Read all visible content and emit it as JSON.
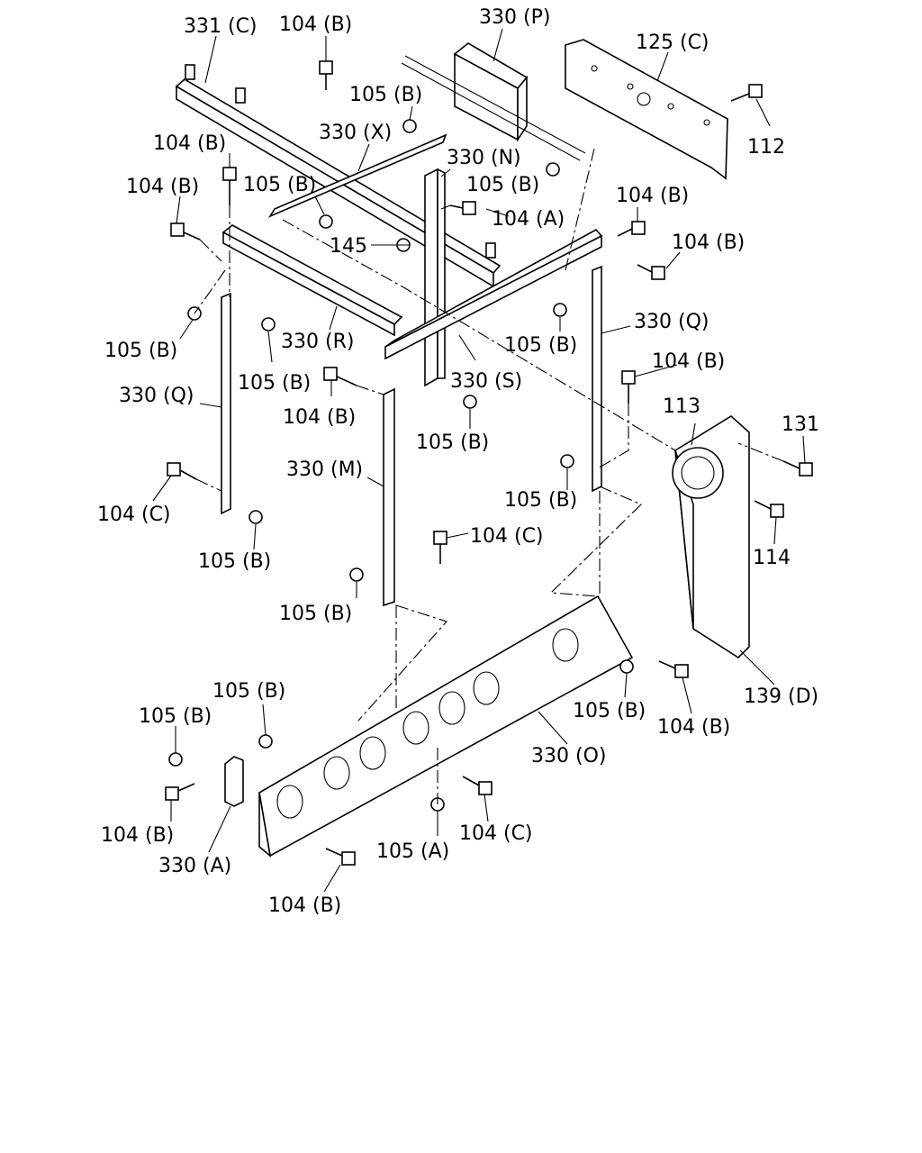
{
  "labels": {
    "l331c": "331 (C)",
    "l104b_1": "104 (B)",
    "l330p": "330 (P)",
    "l125c": "125 (C)",
    "l105b_1": "105 (B)",
    "l112": "112",
    "l330x": "330 (X)",
    "l104b_2": "104 (B)",
    "l330n": "330 (N)",
    "l104b_3": "104 (B)",
    "l105b_2": "105 (B)",
    "l105b_3": "105 (B)",
    "l104a": "104 (A)",
    "l104b_4": "104 (B)",
    "l145": "145",
    "l104b_5": "104 (B)",
    "l330q_1": "330 (Q)",
    "l105b_4": "105 (B)",
    "l330r": "330 (R)",
    "l105b_5": "105 (B)",
    "l105b_6": "105 (B)",
    "l330s": "330 (S)",
    "l104b_6": "104 (B)",
    "l330q_2": "330 (Q)",
    "l104b_7": "104 (B)",
    "l113": "113",
    "l131": "131",
    "l105b_7": "105 (B)",
    "l330m": "330 (M)",
    "l105b_8": "105 (B)",
    "l104c_1": "104 (C)",
    "l114": "114",
    "l104c_2": "104 (C)",
    "l105b_9": "105 (B)",
    "l105b_10": "105 (B)",
    "l105b_11": "105 (B)",
    "l104b_8": "104 (B)",
    "l139d": "139 (D)",
    "l105b_12": "105 (B)",
    "l105b_13": "105 (B)",
    "l330o": "330 (O)",
    "l104b_9": "104 (B)",
    "l105a": "105 (A)",
    "l104c_3": "104 (C)",
    "l330a": "330 (A)",
    "l104b_10": "104 (B)"
  }
}
